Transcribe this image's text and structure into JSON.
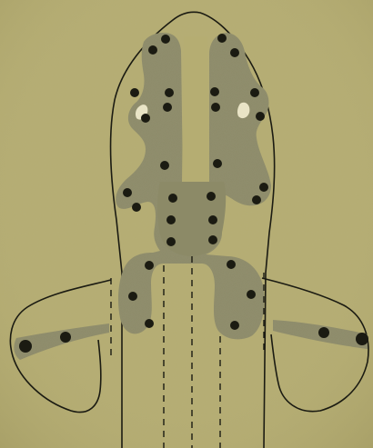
{
  "figure": {
    "colors": {
      "paper": "#b5ad72",
      "paper_shade": "#aaa267",
      "ink": "#1b1b12",
      "shading": "#8c8a67",
      "shading_dark": "#7d7b5c",
      "highlight": "#e9e4c6"
    },
    "parts": [
      "head-outline",
      "body-outline",
      "left-fin",
      "right-fin",
      "pigment-pattern",
      "spots",
      "dashed-lines"
    ]
  }
}
